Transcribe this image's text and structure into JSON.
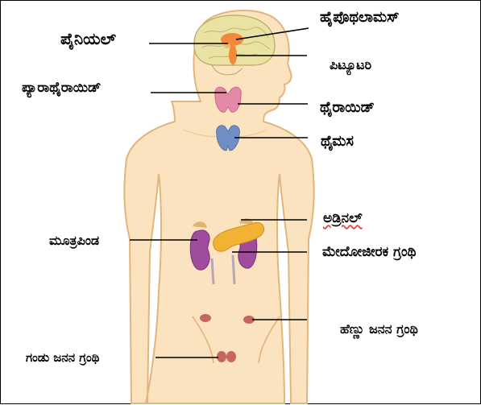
{
  "diagram": {
    "labels": {
      "pineal": "ಪೈನಿಯಲ್",
      "hypothalamus": "ಹೈಪೊಥಲಾಮಸ್",
      "pituitary": "ಪಿಟ್ಯೂಟರಿ",
      "parathyroid": "ಪ್ಯಾರಾಥೈರಾಯಿಡ್",
      "thyroid": "ಥೈರಾಯಿಡ್",
      "thymus": "ಥೈಮಸ",
      "kidney": "ಮೂತ್ರಪಿಂಡ",
      "adrenal": "ಅಡ್ರಿನಲ್",
      "pancreas": "ಮೇದೋಜೀರಕ ಗ್ರಂಥಿ",
      "ovary": "ಹೆಣ್ಣು ಜನನ ಗ್ರಂಥಿ",
      "testis": "ಗಂಡು ಜನನ ಗ್ರಂಥಿ"
    },
    "colors": {
      "skin": "#fbe3c0",
      "outline": "#e2b57c",
      "brain": "#e9e2a2",
      "hypothalamus": "#f08a3a",
      "thyroid": "#e58aa6",
      "thymus": "#6f8fc4",
      "kidney": "#a04c9c",
      "pancreas": "#f2b233",
      "gonad": "#c7655f",
      "leader_line": "#000000"
    }
  }
}
